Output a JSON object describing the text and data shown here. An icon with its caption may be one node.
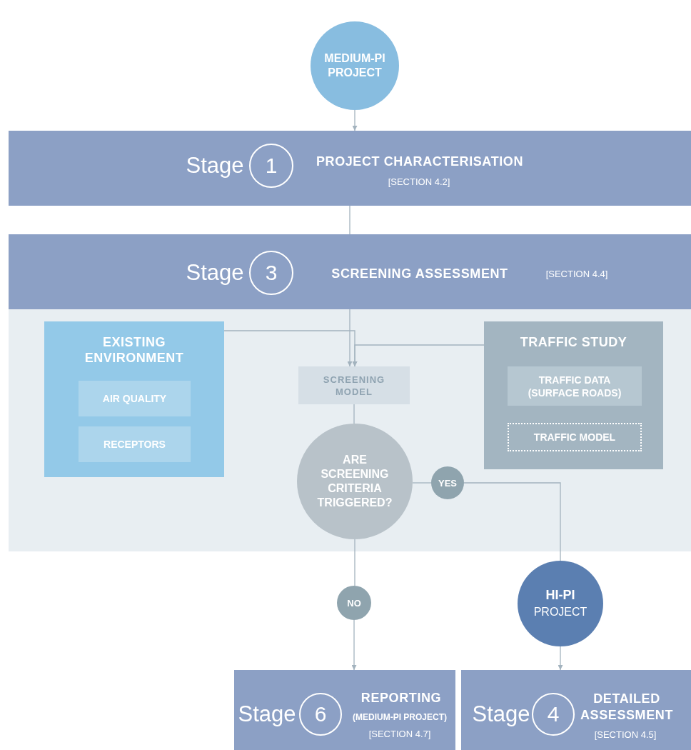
{
  "diagram": {
    "nodes": [
      {
        "text": [
          "MEDIUM-PI PROJECT"
        ]
      },
      {
        "text": [
          "Stage",
          "1",
          "PROJECT CHARACTERISATION",
          "[SECTION 4.2]"
        ]
      },
      {
        "text": [
          "Stage",
          "3",
          "SCREENING ASSESSMENT",
          "[SECTION 4.4]"
        ]
      },
      {
        "text": [],
        "shape": "box"
      },
      {
        "text": [
          "EXISTING ENVIRONMENT"
        ],
        "in": 3
      },
      {
        "text": [
          "AIR QUALITY"
        ],
        "in": 4
      },
      {
        "text": [
          "RECEPTORS"
        ],
        "in": 4
      },
      {
        "text": [
          "SCREENING MODEL"
        ],
        "in": 3
      },
      {
        "text": [
          "TRAFFIC STUDY"
        ],
        "in": 3
      },
      {
        "text": [
          "TRAFFIC DATA (SURFACE ROADS)"
        ],
        "in": 8
      },
      {
        "text": [
          "TRAFFIC MODEL"
        ],
        "in": 8
      },
      {
        "text": [
          "ARE SCREENING CRITERIA TRIGGERED?"
        ],
        "in": 3
      },
      {
        "text": [
          "YES"
        ],
        "in": 3
      },
      {
        "text": [
          "NO"
        ]
      },
      {
        "text": [
          "HI-PI",
          "PROJECT"
        ]
      },
      {
        "text": [
          "Stage",
          "6",
          "REPORTING",
          "(MEDIUM-PI PROJECT)",
          "[SECTION 4.7]"
        ]
      },
      {
        "text": [
          "Stage",
          "4",
          "DETAILED ASSESSMENT",
          "[SECTION 4.5]"
        ]
      }
    ],
    "edges": [
      {
        "from": 0,
        "to": 1,
        "arrow": "to"
      },
      {
        "from": 1,
        "to": 2,
        "arrow": "none"
      },
      {
        "from": 2,
        "to": 7,
        "arrow": "to"
      },
      {
        "from": 4,
        "to": 7,
        "arrow": "to"
      },
      {
        "from": 8,
        "to": 7,
        "arrow": "to"
      },
      {
        "from": 7,
        "to": 11,
        "arrow": "none"
      },
      {
        "from": 11,
        "to": 12,
        "arrow": "none"
      },
      {
        "from": 12,
        "to": 14,
        "arrow": "none"
      },
      {
        "from": 11,
        "to": 13,
        "arrow": "none"
      },
      {
        "from": 13,
        "to": 15,
        "arrow": "to"
      },
      {
        "from": 14,
        "to": 16,
        "arrow": "to"
      }
    ]
  }
}
